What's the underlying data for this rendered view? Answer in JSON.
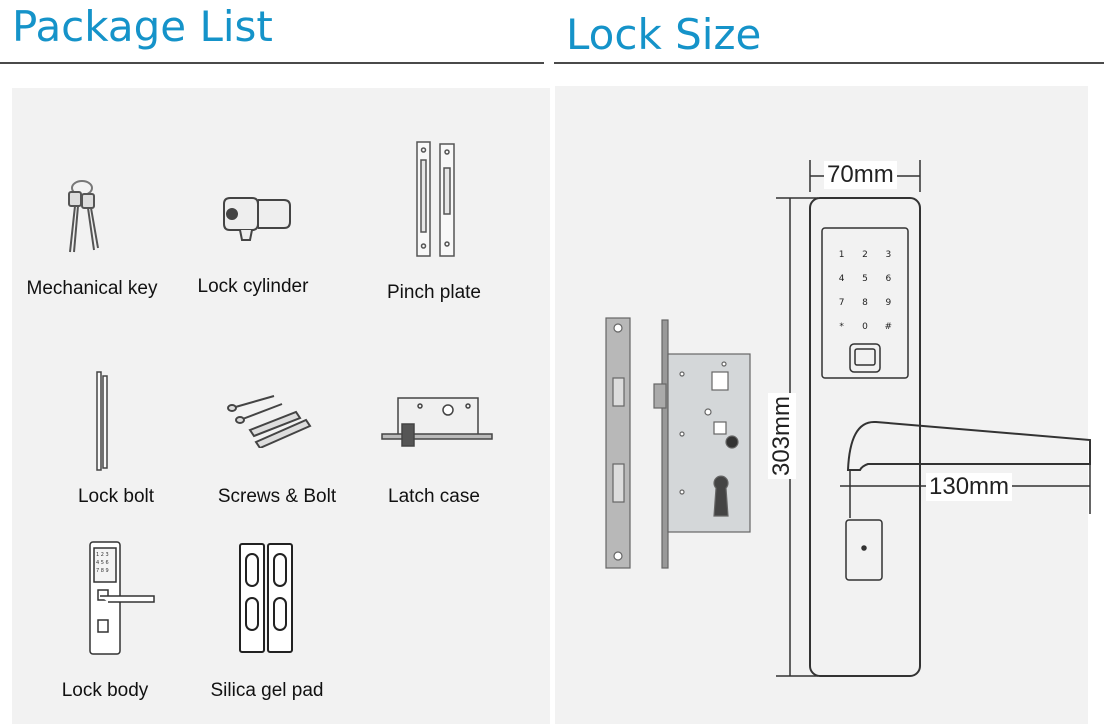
{
  "package_section": {
    "title": "Package List",
    "items": [
      {
        "label": "Mechanical key",
        "icon": "key-icon"
      },
      {
        "label": "Lock cylinder",
        "icon": "cylinder-icon"
      },
      {
        "label": "Pinch plate",
        "icon": "pinch-plate-icon"
      },
      {
        "label": "Lock bolt",
        "icon": "bolt-rod-icon"
      },
      {
        "label": "Screws & Bolt",
        "icon": "screws-icon"
      },
      {
        "label": "Latch case",
        "icon": "latch-case-icon"
      },
      {
        "label": "Lock body",
        "icon": "lock-body-icon"
      },
      {
        "label": "Silica gel pad",
        "icon": "gel-pad-icon"
      }
    ]
  },
  "size_section": {
    "title": "Lock Size",
    "width": "70mm",
    "height": "303mm",
    "handle_length": "130mm",
    "keypad_keys": [
      "1",
      "2",
      "3",
      "4",
      "5",
      "6",
      "7",
      "8",
      "9",
      "*",
      "0",
      "#"
    ]
  },
  "colors": {
    "title": "#1593c9",
    "panel": "#f2f2f2",
    "rule": "#4a4a4a"
  }
}
